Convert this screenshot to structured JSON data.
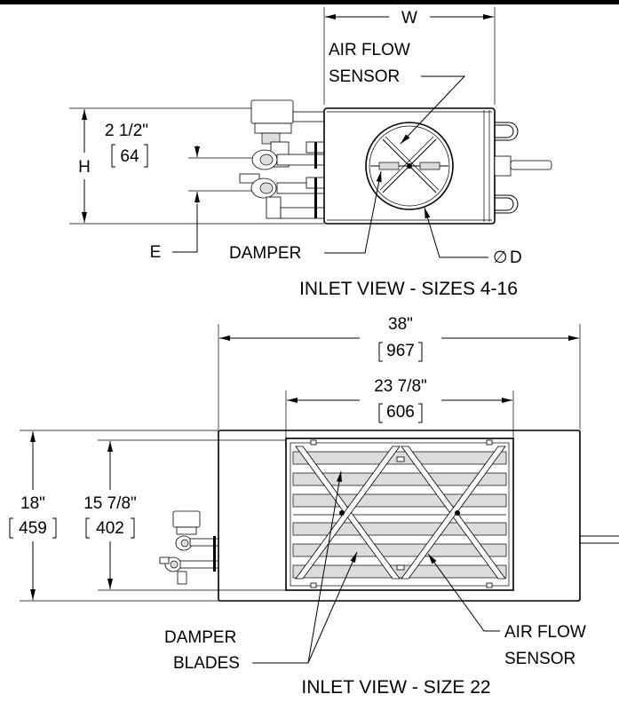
{
  "top_view": {
    "title": "INLET VIEW - SIZES 4-16",
    "dim_width": "W",
    "dim_height": "H",
    "dim_offset": "2 1/2\"",
    "dim_offset_mm": "64",
    "dim_e": "E",
    "dim_diameter_symbol": "∅",
    "dim_diameter": "D",
    "label_sensor_line1": "AIR FLOW",
    "label_sensor_line2": "SENSOR",
    "label_damper": "DAMPER"
  },
  "bottom_view": {
    "title": "INLET VIEW - SIZE 22",
    "dim_overall_width": "38\"",
    "dim_overall_width_mm": "967",
    "dim_inlet_width": "23 7/8\"",
    "dim_inlet_width_mm": "606",
    "dim_overall_height": "18\"",
    "dim_overall_height_mm": "459",
    "dim_inlet_height": "15 7/8\"",
    "dim_inlet_height_mm": "402",
    "label_blades_line1": "DAMPER",
    "label_blades_line2": "BLADES",
    "label_sensor_line1": "AIR FLOW",
    "label_sensor_line2": "SENSOR"
  }
}
